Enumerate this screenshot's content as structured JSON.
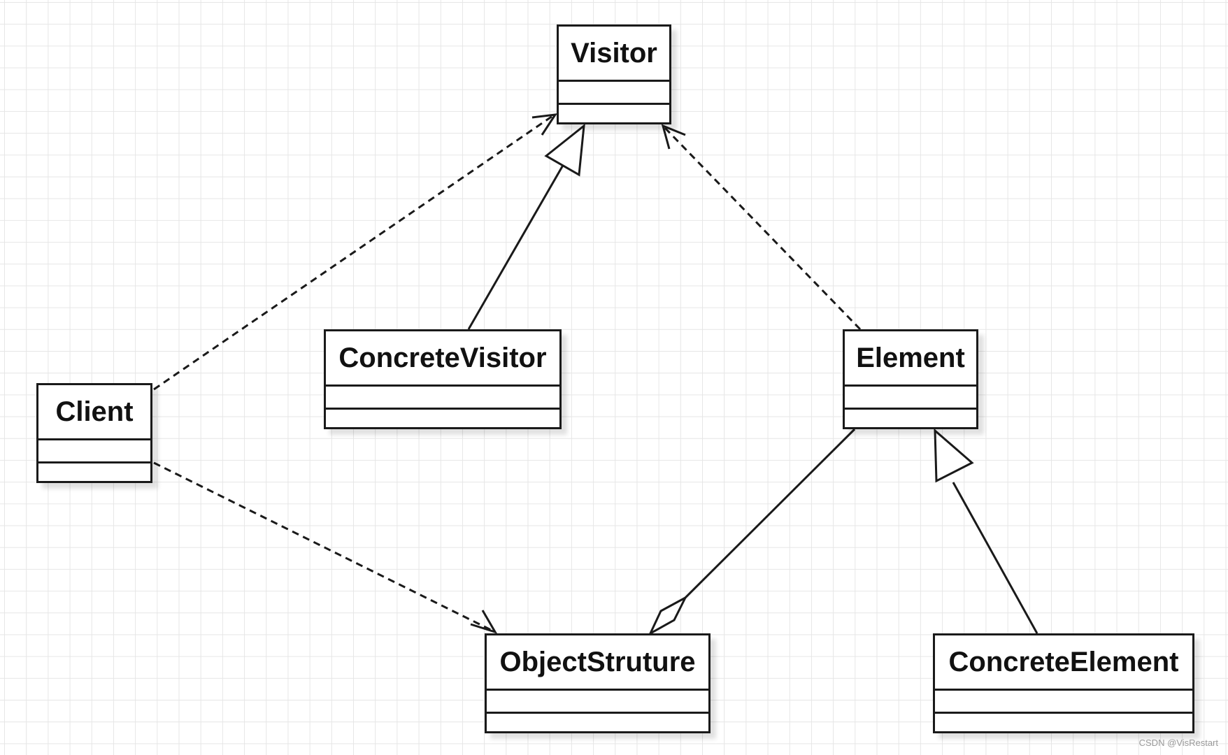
{
  "diagram": {
    "classes": {
      "visitor": "Visitor",
      "concrete_visitor": "ConcreteVisitor",
      "client": "Client",
      "element": "Element",
      "object_structure": "ObjectStruture",
      "concrete_element": "ConcreteElement"
    },
    "relationships": [
      {
        "from": "Client",
        "to": "Visitor",
        "kind": "dependency"
      },
      {
        "from": "Client",
        "to": "ObjectStruture",
        "kind": "dependency"
      },
      {
        "from": "ConcreteVisitor",
        "to": "Visitor",
        "kind": "generalization"
      },
      {
        "from": "Element",
        "to": "Visitor",
        "kind": "dependency"
      },
      {
        "from": "ObjectStruture",
        "to": "Element",
        "kind": "aggregation"
      },
      {
        "from": "ConcreteElement",
        "to": "Element",
        "kind": "generalization"
      }
    ]
  },
  "watermark": "CSDN @VisRestart"
}
